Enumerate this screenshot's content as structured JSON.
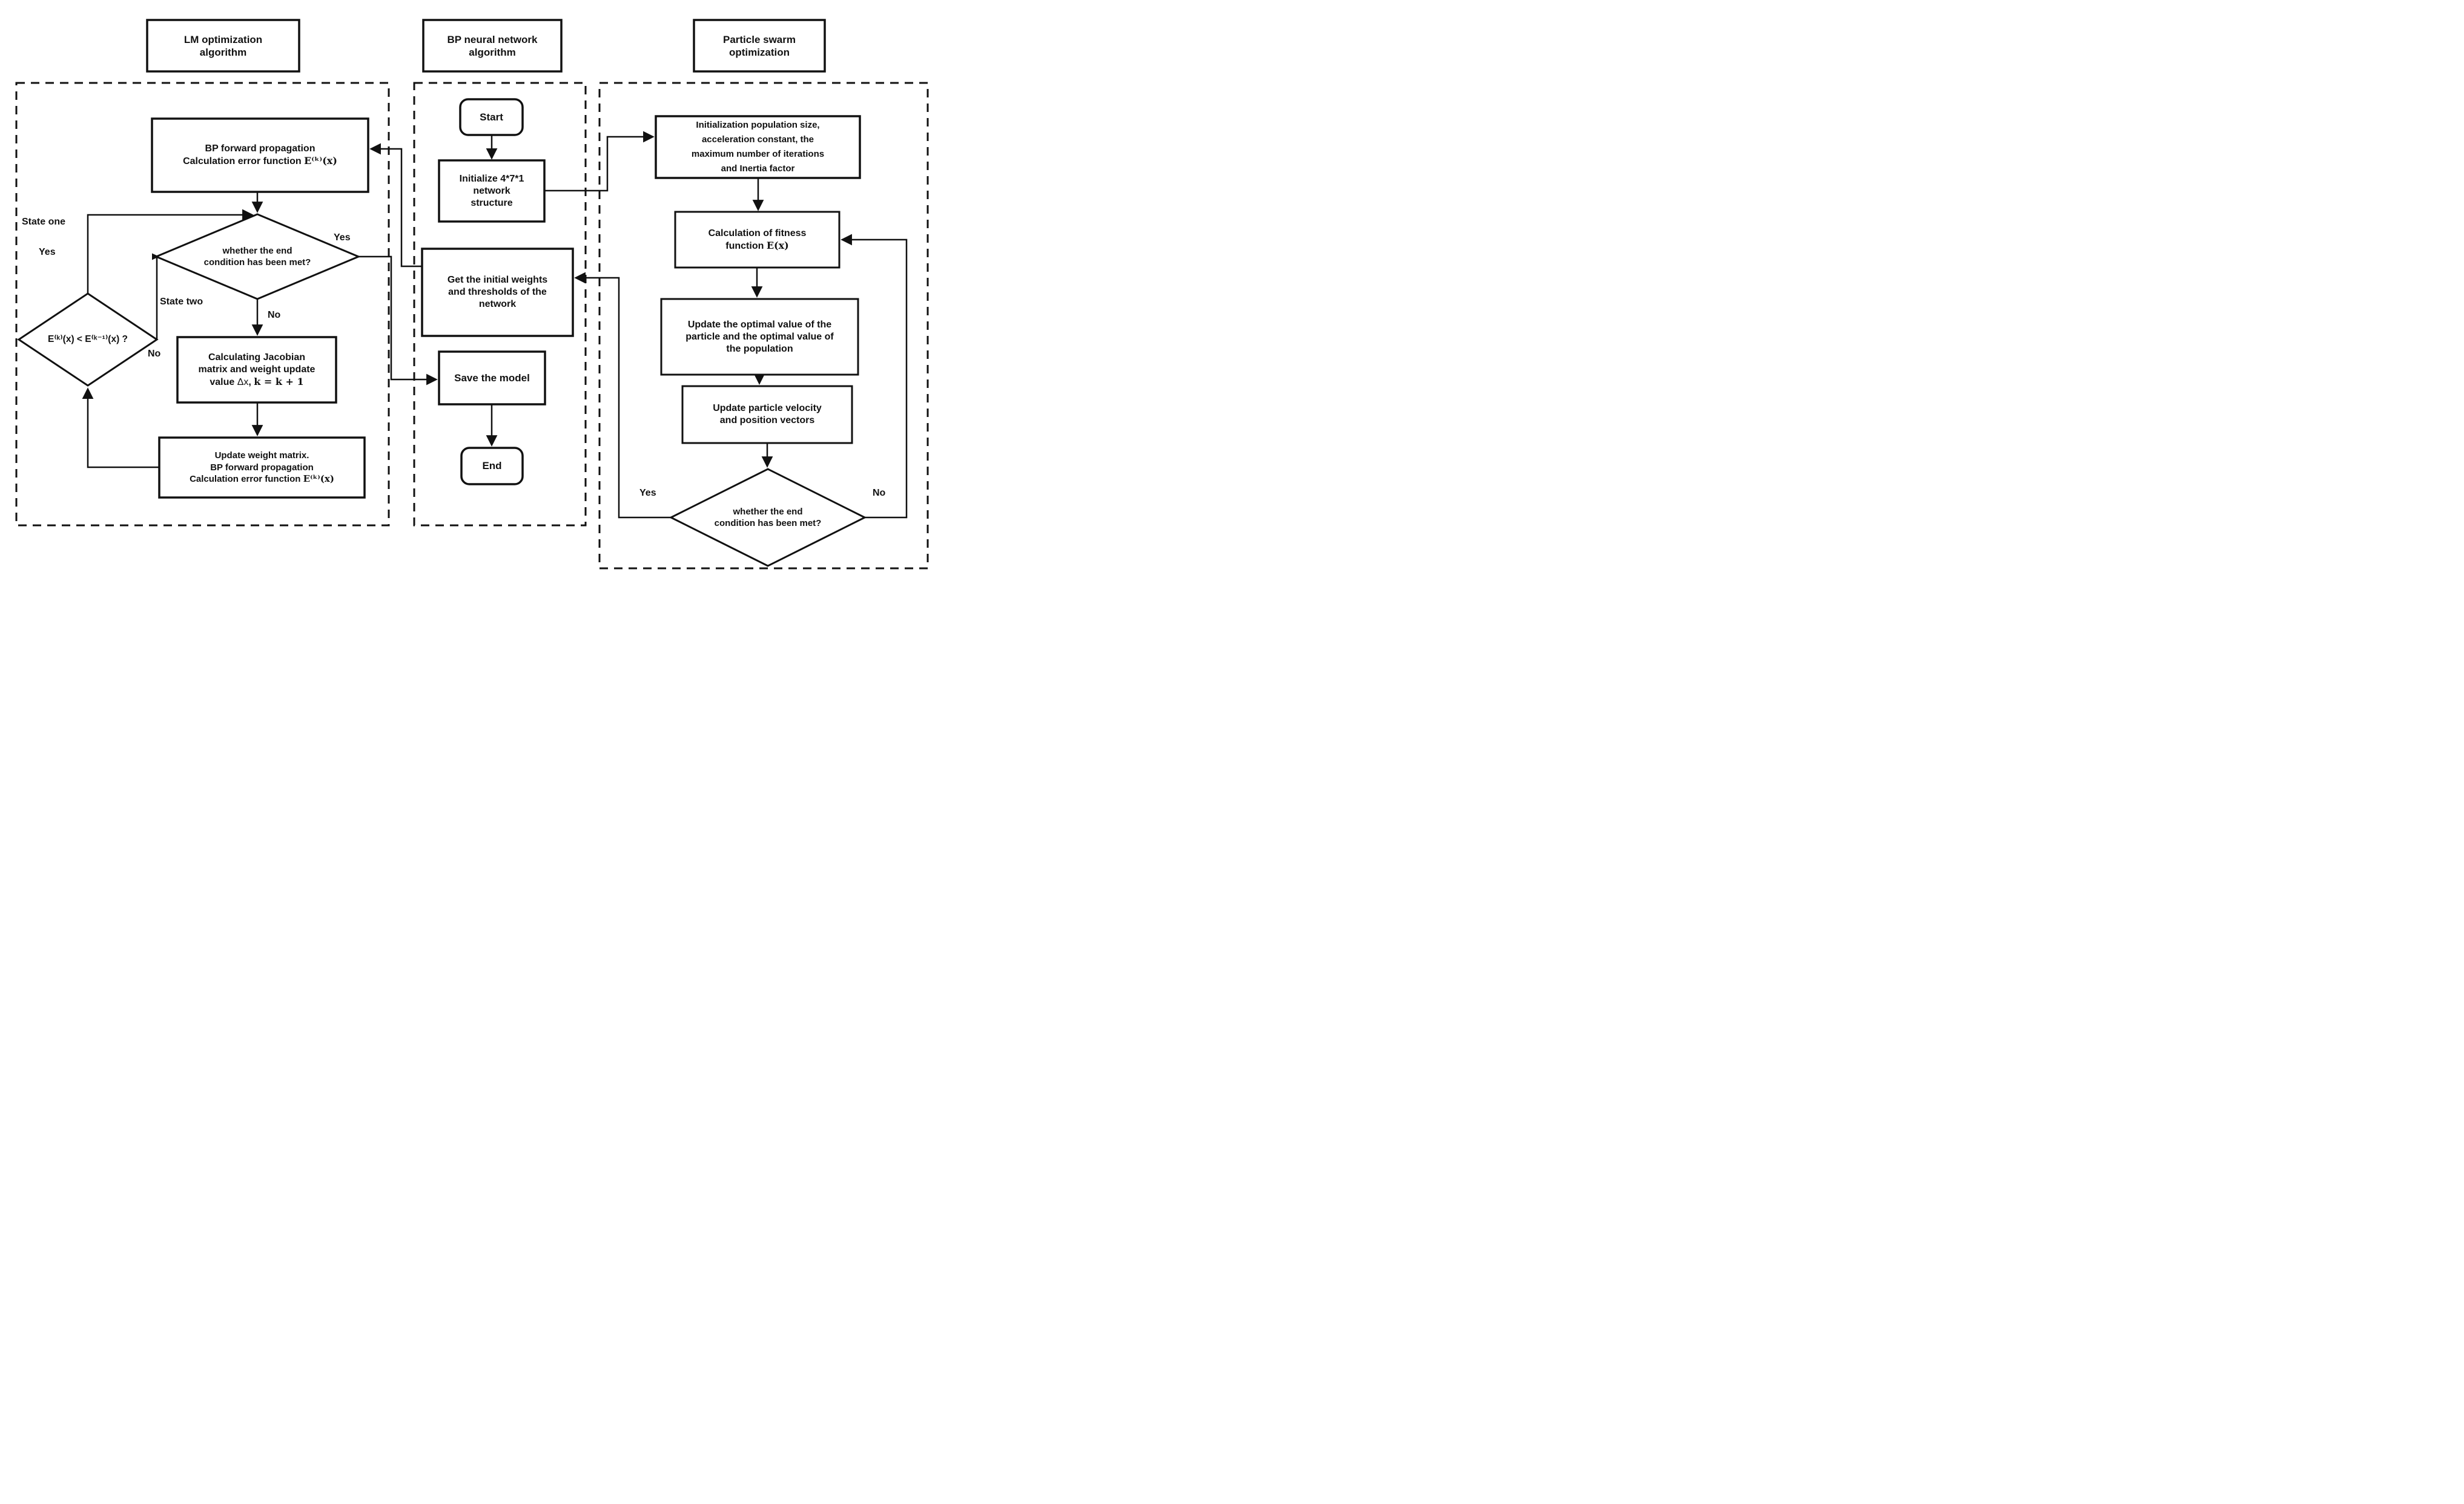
{
  "sections": {
    "lm": {
      "title_l1": "LM optimization",
      "title_l2": "algorithm"
    },
    "bp": {
      "title_l1": "BP neural network",
      "title_l2": "algorithm"
    },
    "pso": {
      "title_l1": "Particle swarm",
      "title_l2": "optimization"
    }
  },
  "nodes": {
    "bp_forward": {
      "l1": "BP forward propagation",
      "l2_text": "Calculation error function ",
      "l2_math": "E⁽ᵏ⁾(x)"
    },
    "end_check_lm": {
      "l1": "whether the end",
      "l2": "condition has been met?"
    },
    "jacobian": {
      "l1": "Calculating Jacobian",
      "l2": "matrix and weight update",
      "l3_pre": "value ",
      "l3_dx": "Δx",
      "l3_sep": ",  ",
      "l3_math": "k = k + 1"
    },
    "update_weight": {
      "l1": "Update weight matrix.",
      "l2": "BP forward propagation",
      "l3_text": "Calculation error function ",
      "l3_math": "E⁽ᵏ⁾(x)"
    },
    "error_compare": {
      "math": "E⁽ᵏ⁾(x) < E⁽ᵏ⁻¹⁾(x) ?"
    },
    "start": {
      "label": "Start"
    },
    "init_network": {
      "l1": "Initialize 4*7*1",
      "l2": "network",
      "l3": "structure"
    },
    "get_weights": {
      "l1": "Get the initial weights",
      "l2": "and thresholds of the",
      "l3": "network"
    },
    "save_model": {
      "label": "Save the model"
    },
    "end": {
      "label": "End"
    },
    "init_pso": {
      "l1": "Initialization  population size,",
      "l2": "acceleration constant, the",
      "l3": "maximum number of iterations",
      "l4": "and Inertia factor"
    },
    "fitness": {
      "l1": "Calculation of fitness",
      "l2_text": "function ",
      "l2_math": "E(x)"
    },
    "update_optimal": {
      "l1": "Update the optimal value of the",
      "l2": "particle and the optimal value of",
      "l3": "the population"
    },
    "update_velocity": {
      "l1": "Update particle velocity",
      "l2": "and position vectors"
    },
    "end_check_pso": {
      "l1": "whether the end",
      "l2": "condition has been met?"
    }
  },
  "labels": {
    "state_one": "State one",
    "state_two": "State two",
    "lm_check_yes": "Yes",
    "lm_check_no": "No",
    "compare_yes": "Yes",
    "compare_no": "No",
    "pso_check_yes": "Yes",
    "pso_check_no": "No"
  },
  "colors": {
    "ink": "#111111",
    "background": "#ffffff"
  }
}
